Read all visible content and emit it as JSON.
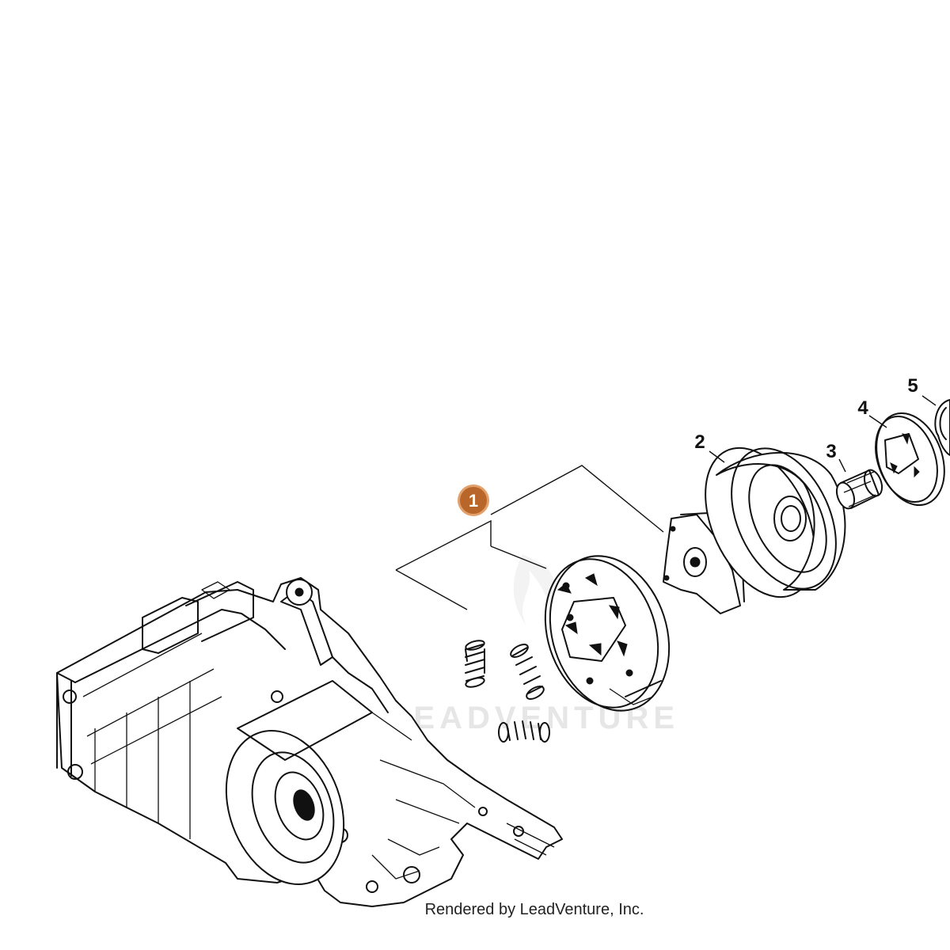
{
  "callouts": [
    {
      "label": "1",
      "highlighted": true
    },
    {
      "label": "2",
      "highlighted": false
    },
    {
      "label": "3",
      "highlighted": false
    },
    {
      "label": "4",
      "highlighted": false
    },
    {
      "label": "5",
      "highlighted": false
    }
  ],
  "watermark": "LEADVENTURE",
  "credit": "Rendered by LeadVenture, Inc.",
  "colors": {
    "highlight_badge": "#b8662a",
    "highlight_ring": "#e3a06a",
    "line_art": "#111111",
    "background": "#ffffff",
    "watermark": "#e6e6e6"
  }
}
